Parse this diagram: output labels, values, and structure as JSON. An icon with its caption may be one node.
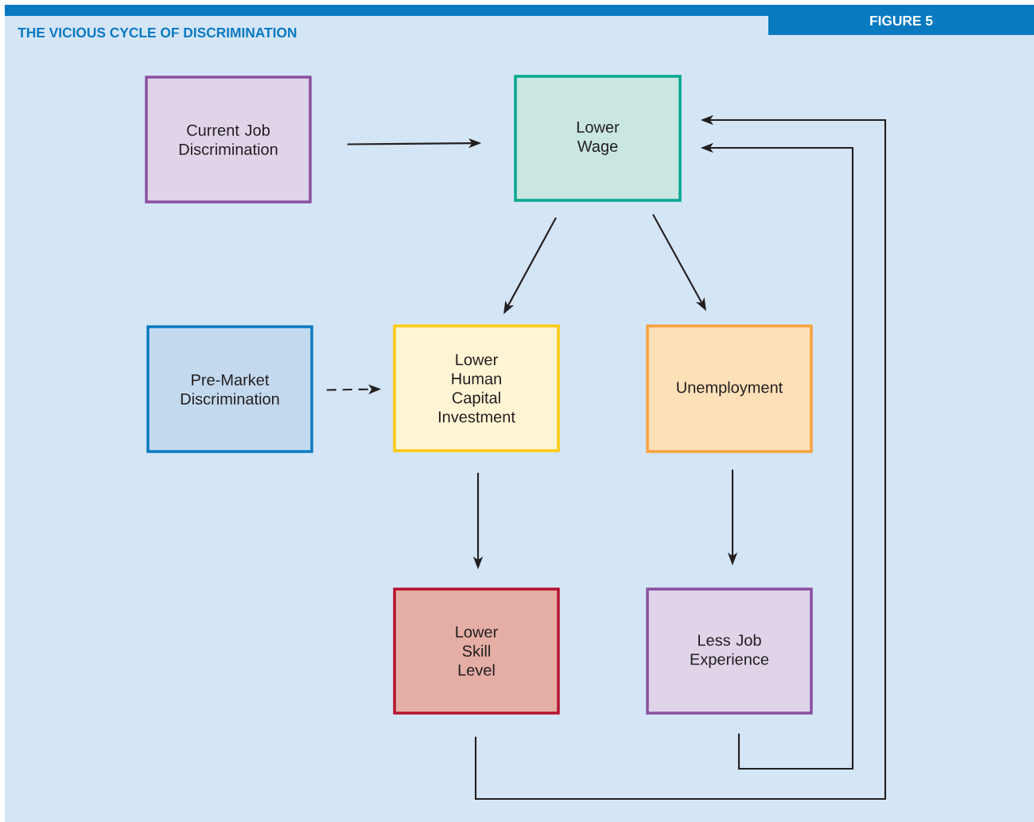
{
  "diagram": {
    "title": "THE VICIOUS CYCLE OF DISCRIMINATION",
    "nodes": [
      {
        "text": [
          "Current Job Discrimination"
        ]
      },
      {
        "text": [
          "Lower Wage"
        ]
      },
      {
        "text": [
          "Pre-Market Discrimination"
        ]
      },
      {
        "text": [
          "Lower Human Capital Investment"
        ]
      },
      {
        "text": [
          "Unemployment"
        ]
      },
      {
        "text": [
          "Lower Skill Level"
        ]
      },
      {
        "text": [
          "Less Job Experience"
        ]
      }
    ],
    "edges": [
      {
        "from": 0,
        "to": 1,
        "arrow": "to"
      },
      {
        "from": 1,
        "to": 3,
        "arrow": "to"
      },
      {
        "from": 1,
        "to": 4,
        "arrow": "to"
      },
      {
        "from": 2,
        "to": 3,
        "arrow": "to",
        "style": "dashed"
      },
      {
        "from": 3,
        "to": 5,
        "arrow": "to"
      },
      {
        "from": 4,
        "to": 6,
        "arrow": "to"
      },
      {
        "from": 5,
        "to": 1,
        "arrow": "to"
      },
      {
        "from": 6,
        "to": 1,
        "arrow": "to"
      }
    ],
    "labels": [
      "FIGURE 5"
    ]
  }
}
